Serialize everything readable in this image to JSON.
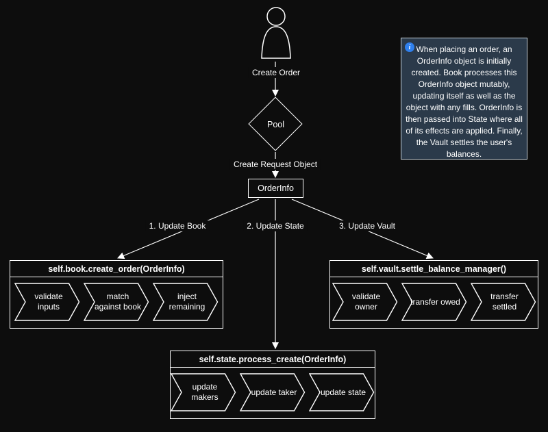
{
  "flow": {
    "create_order": "Create Order",
    "pool": "Pool",
    "create_request": "Create Request Object",
    "orderinfo": "OrderInfo",
    "edges": [
      "1. Update Book",
      "2. Update State",
      "3. Update Vault"
    ]
  },
  "groups": [
    {
      "title": "self.book.create_order(OrderInfo)",
      "steps": [
        "validate inputs",
        "match against book",
        "inject remaining"
      ]
    },
    {
      "title": "self.vault.settle_balance_manager()",
      "steps": [
        "validate owner",
        "transfer owed",
        "transfer settled"
      ]
    },
    {
      "title": "self.state.process_create(OrderInfo)",
      "steps": [
        "update makers",
        "update taker",
        "update state"
      ]
    }
  ],
  "note": {
    "text": "When placing an order, an OrderInfo object is initially created. Book processes this OrderInfo object mutably, updating itself as well as the object with any fills. OrderInfo is then passed into State where all of its effects are applied. Finally, the Vault settles the user's balances."
  },
  "icons": {
    "info": "i"
  },
  "colors": {
    "background": "#0d0d0d",
    "stroke": "#ffffff",
    "note_bg": "#2b3a4a",
    "note_border": "#c9d4dd",
    "info_icon": "#2f80ed"
  }
}
